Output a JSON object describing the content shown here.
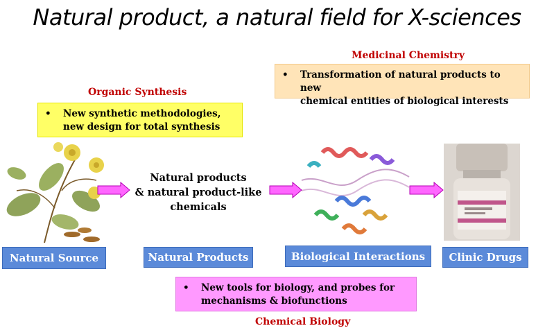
{
  "title": "Natural product, a natural field for X-sciences",
  "sections": {
    "medicinal_chemistry": {
      "label": "Medicinal Chemistry",
      "bullet": "•",
      "text": "Transformation of natural products to new\nchemical entities of biological interests"
    },
    "organic_synthesis": {
      "label": "Organic Synthesis",
      "bullet": "•",
      "text": "New synthetic methodologies,\nnew design for total synthesis"
    },
    "chemical_biology": {
      "label": "Chemical Biology",
      "bullet": "•",
      "text": "New tools for biology, and probes for\nmechanisms & biofunctions"
    }
  },
  "center_text": "Natural products\n& natural product-like\nchemicals",
  "stages": [
    {
      "label": "Natural Source"
    },
    {
      "label": "Natural Products"
    },
    {
      "label": "Biological Interactions"
    },
    {
      "label": "Clinic Drugs"
    }
  ],
  "images": {
    "plant": "plant-illustration",
    "protein": "protein-structure",
    "vial": "drug-vial-photo"
  },
  "colors": {
    "title": "#000000",
    "section_label": "#c00000",
    "stage_box": "#5b8ad9",
    "arrow": "#ff66ff",
    "yellow_note": "#ffff66",
    "peach_note": "#ffe4b8",
    "pink_note": "#ff99ff"
  }
}
